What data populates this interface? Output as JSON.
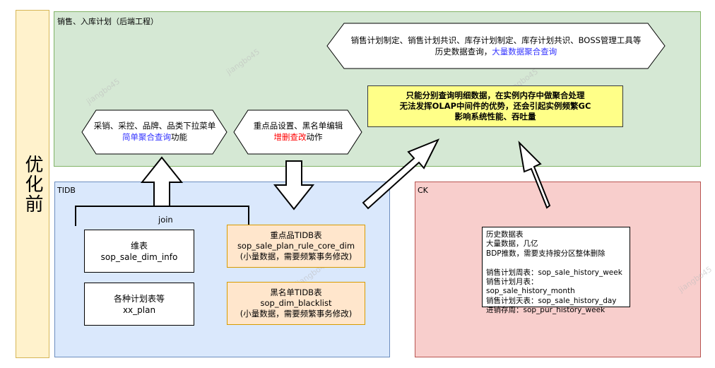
{
  "side_label": "优化前",
  "regions": {
    "sales": "销售、入库计划（后端工程）",
    "tidb": "TIDB",
    "ck": "CK"
  },
  "hexagons": {
    "top_line1": "销售计划制定、销售计划共识、库存计划制定、库存计划共识、BOSS管理工具等",
    "top_line2_prefix": "历史数据查询，",
    "top_line2_highlight": "大量数据聚合查询",
    "left_line1": "采销、采控、品牌、品类下拉菜单",
    "left_line2_highlight": "简单聚合查询",
    "left_line2_suffix": "功能",
    "mid_line1": "重点品设置、黑名单编辑",
    "mid_line2_highlight": "增删查改",
    "mid_line2_suffix": "动作"
  },
  "warning_box": {
    "line1": "只能分别查询明细数据，在实例内存中做聚合处理",
    "line2": "无法发挥OLAP中间件的优势，还会引起实例频繁GC",
    "line3": "影响系统性能、吞吐量"
  },
  "join_label": "join",
  "tidb_tables": {
    "dim_title": "维表",
    "dim_name": "sop_sale_dim_info",
    "plan_title": "各种计划表等",
    "plan_name": "xx_plan",
    "key_title": "重点品TIDB表",
    "key_name": "sop_sale_plan_rule_core_dim",
    "key_note": "(小量数据，需要频繁事务修改)",
    "black_title": "黑名单TIDB表",
    "black_name": "sop_dim_blacklist",
    "black_note": "(小量数据，需要频繁事务修改)"
  },
  "ck_box": {
    "lines": [
      "历史数据表",
      "大量数据，几亿",
      "BDP推数，需要支持按分区整体删除",
      "",
      "销售计划周表：sop_sale_history_week",
      "销售计划月表：sop_sale_history_month",
      "销售计划天表：sop_sale_history_day",
      "进销存周：sop_pur_history_week"
    ]
  },
  "watermarks": [
    "jiangbo45",
    "jiangbo45",
    "jiangbo45",
    "jiangbo45",
    "jiangbo45"
  ],
  "colors": {
    "side_fill": "#fff2cc",
    "sales_fill": "#d5e8d4",
    "tidb_fill": "#dae8fc",
    "ck_fill": "#f8cecc",
    "orange_fill": "#ffe6cc",
    "yellow_fill": "#ffff88",
    "highlight_blue": "#3333ff",
    "highlight_red": "#ff0000"
  }
}
